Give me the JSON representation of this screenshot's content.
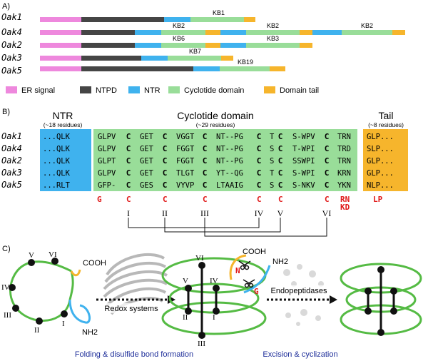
{
  "panel_a": {
    "label": "A)",
    "genes": [
      "Oak1",
      "Oak4",
      "Oak2",
      "Oak3",
      "Oak5"
    ],
    "kb_labels": [
      "KB1",
      "KB2",
      "KB2",
      "KB2",
      "KB6",
      "KB3",
      "KB7",
      "KB19"
    ],
    "legend": [
      {
        "label": "ER signal",
        "color": "#ee88dd"
      },
      {
        "label": "NTPD",
        "color": "#454545"
      },
      {
        "label": "NTR",
        "color": "#3fb2ee"
      },
      {
        "label": "Cyclotide domain",
        "color": "#99dd99"
      },
      {
        "label": "Domain tail",
        "color": "#f6b52c"
      }
    ]
  },
  "panel_b": {
    "label": "B)",
    "ntr_title": "NTR",
    "ntr_sub": "(~18 residues)",
    "cyc_title": "Cyclotide domain",
    "cyc_sub": "(~29 residues)",
    "tail_title": "Tail",
    "tail_sub": "(~8 residues)",
    "genes": [
      "Oak1",
      "Oak4",
      "Oak2",
      "Oak3",
      "Oak5"
    ],
    "ntr": [
      "...QLK",
      "...QLK",
      "...QLK",
      "...QLK",
      "...RLT"
    ],
    "loops": [
      [
        "GLPV",
        "GET",
        "VGGT",
        "NT--PG",
        "T",
        "S-WPV",
        "TRN"
      ],
      [
        "GLPV",
        "GET",
        "FGGT",
        "NT--PG",
        "S",
        "T-WPI",
        "TRD"
      ],
      [
        "GLPT",
        "GET",
        "FGGT",
        "NT--PG",
        "S",
        "SSWPI",
        "TRN"
      ],
      [
        "GLPV",
        "GET",
        "TLGT",
        "YT--QG",
        "T",
        "S-WPI",
        "KRN"
      ],
      [
        "GFP-",
        "GES",
        "VYVP",
        "LTAAIG",
        "S",
        "S-NKV",
        "YKN"
      ]
    ],
    "cys": [
      "C",
      "C",
      "C",
      "C",
      "C",
      "C"
    ],
    "tail": [
      "GLP...",
      "SLP...",
      "GLP...",
      "GLP...",
      "NLP..."
    ],
    "conserved": [
      "G",
      "C",
      "C",
      "C",
      "C",
      "C",
      "C",
      "RN",
      "KD",
      "LP"
    ],
    "roman": [
      "I",
      "II",
      "III",
      "IV",
      "V",
      "VI"
    ]
  },
  "panel_c": {
    "label": "C)",
    "cooh": "COOH",
    "nh2": "NH2",
    "n_mark": "N",
    "g_mark": "G",
    "step1": "Redox systems",
    "step2": "Endopeptidases",
    "cap1": "Folding & disulfide bond formation",
    "cap2": "Excision & cyclization",
    "roman": [
      "I",
      "II",
      "III",
      "IV",
      "V",
      "VI"
    ]
  },
  "colors": {
    "er": "#ee88dd",
    "ntpd": "#454545",
    "ntr": "#3fb2ee",
    "cyc": "#99dd99",
    "tail": "#f6b52c",
    "red": "#e01818",
    "caption": "#1f2f9a",
    "loop": "#55bb44"
  }
}
